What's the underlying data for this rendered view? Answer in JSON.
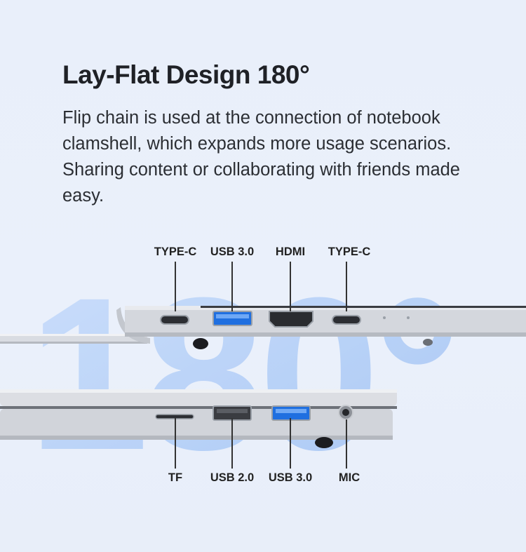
{
  "title": "Lay-Flat Design 180°",
  "description": "Flip chain is used at the connection of notebook clamshell, which expands more usage scenarios. Sharing content or collaborating with friends made easy.",
  "background_numeral": "180°",
  "top_ports": [
    "TYPE-C",
    "USB 3.0",
    "HDMI",
    "TYPE-C"
  ],
  "bottom_ports": [
    "TF",
    "USB 2.0",
    "USB 3.0",
    "MIC"
  ],
  "colors": {
    "background": "#eaf0fb",
    "numeral": "#a9c8f4",
    "usb3_blue": "#2f7ae8",
    "chassis": "#c9ccd2"
  }
}
